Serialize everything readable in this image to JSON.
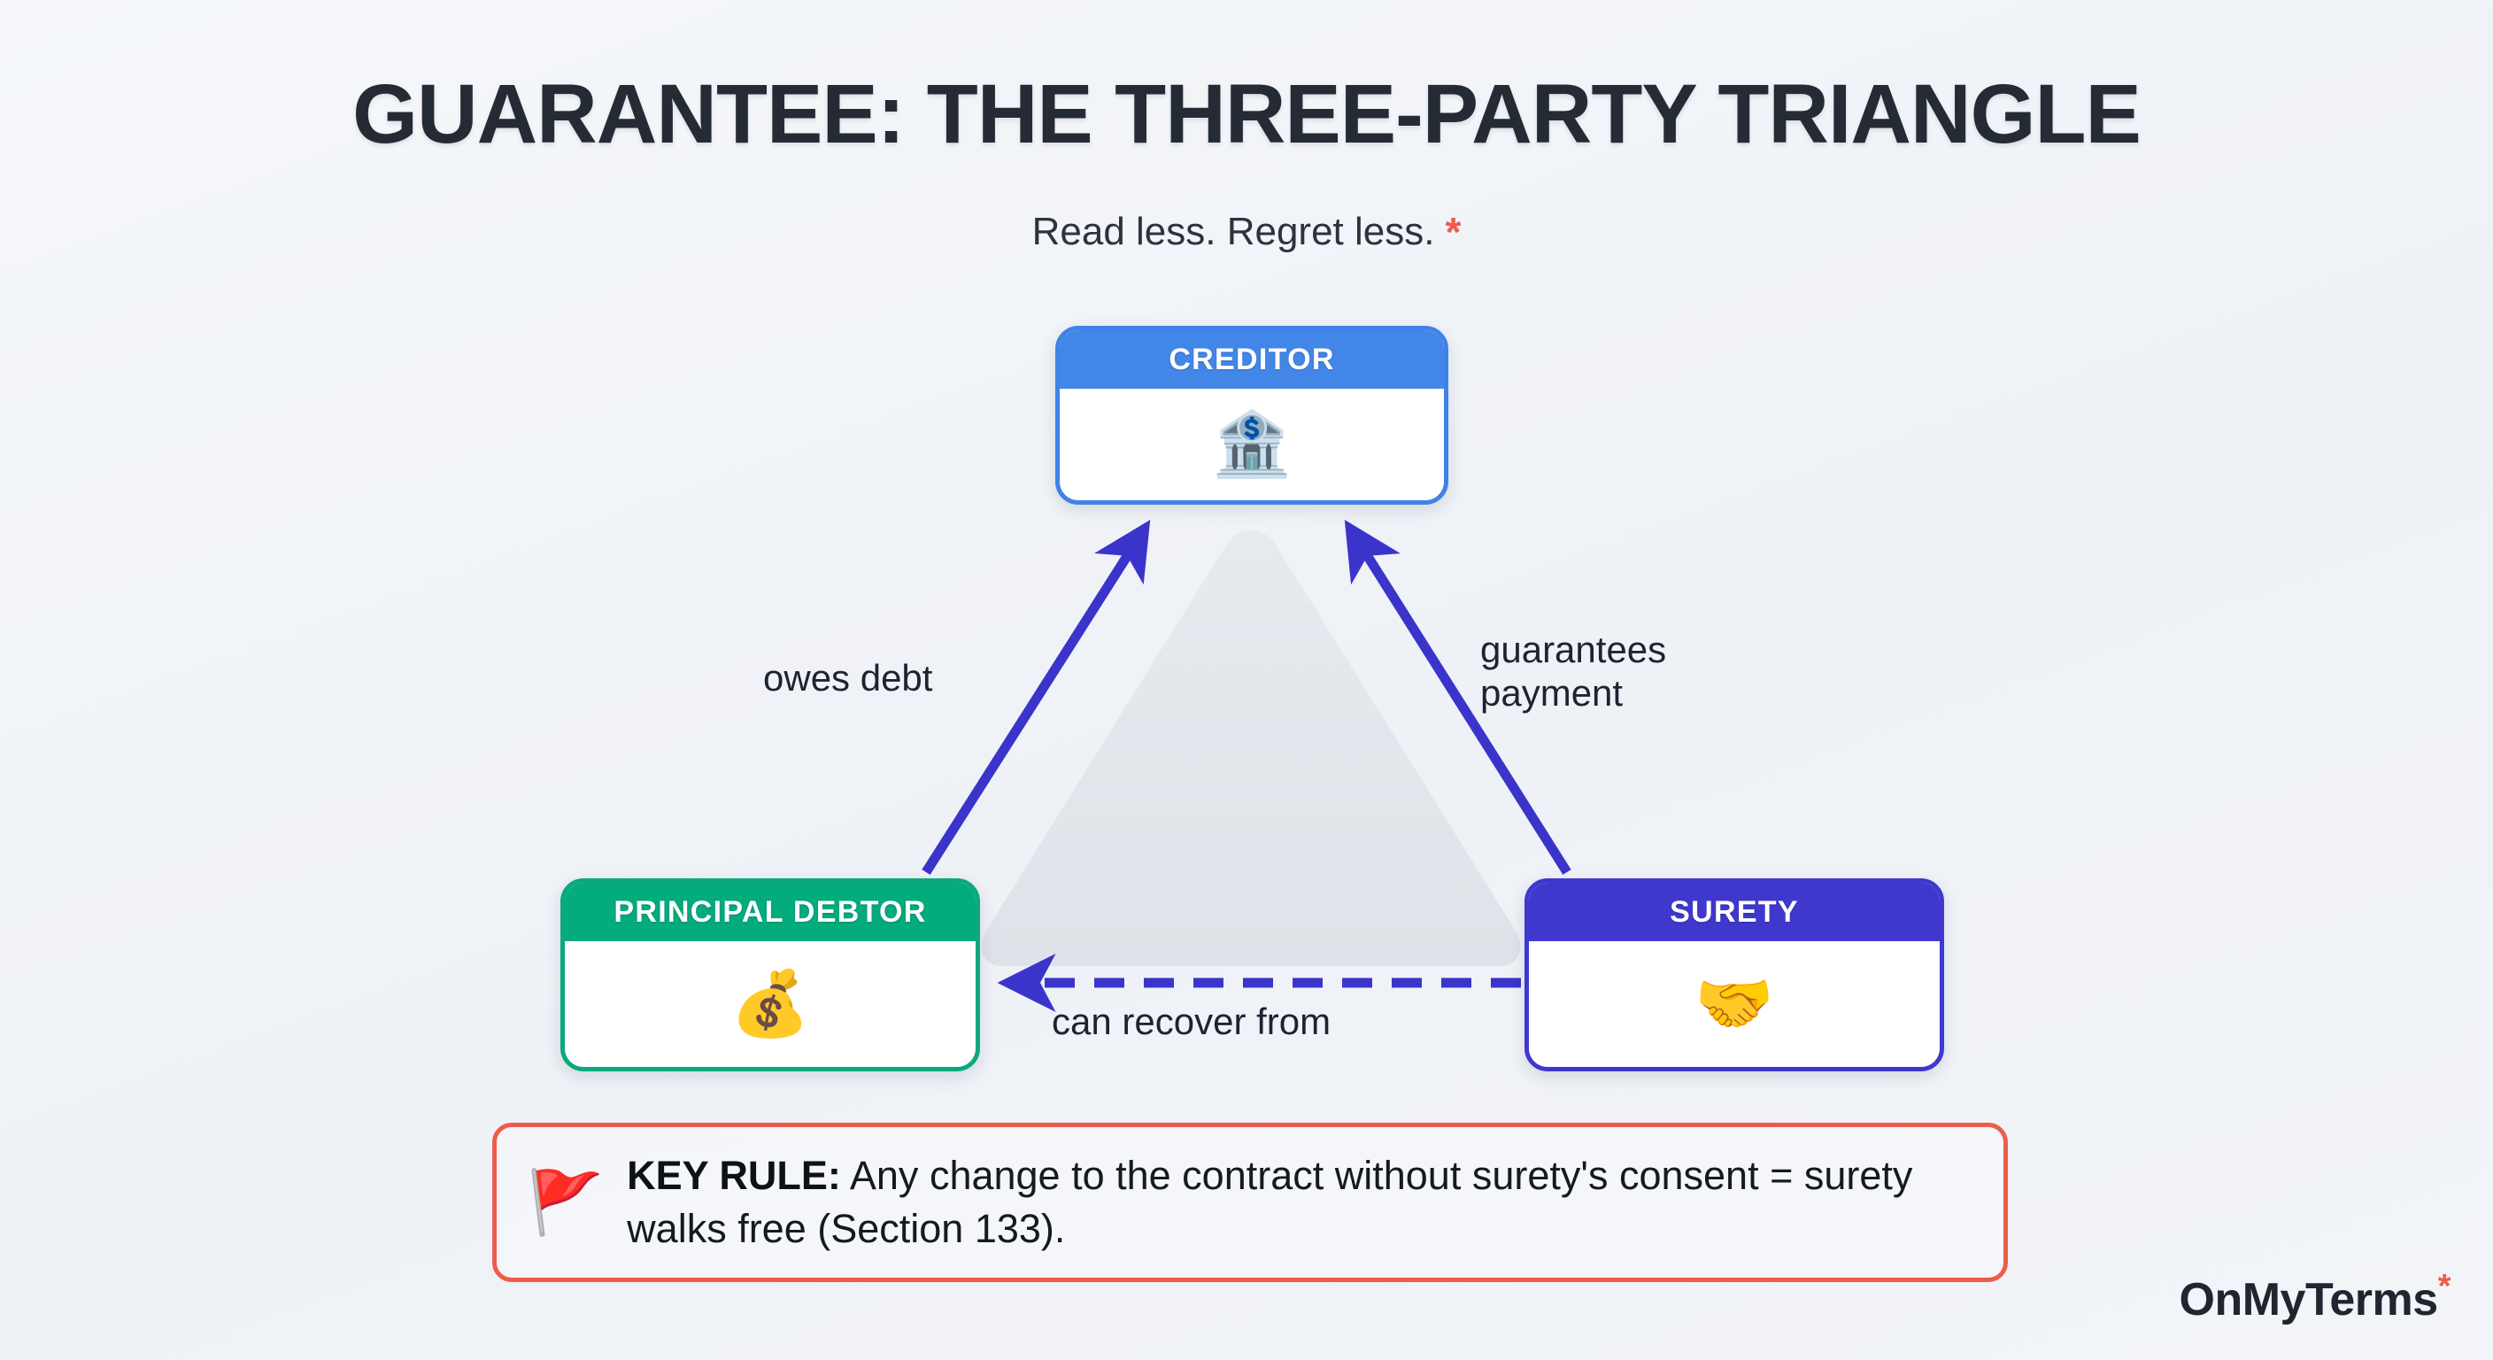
{
  "header": {
    "title": "GUARANTEE: THE THREE-PARTY TRIANGLE",
    "subtitle": "Read less. Regret less.",
    "subtitle_asterisk": "*"
  },
  "colors": {
    "background": "#f1f4f8",
    "creditor": "#4287e8",
    "debtor": "#04ab7c",
    "surety": "#4038cd",
    "arrow": "#3b34cb",
    "accent_red": "#ef5b4a",
    "title_text": "#252b35",
    "triangle_fill": "#e3e6ec"
  },
  "diagram": {
    "type": "triangle-relationship",
    "nodes": [
      {
        "id": "creditor",
        "label": "CREDITOR",
        "icon": "bank-icon",
        "emoji": "🏦",
        "position": "top",
        "header_color": "#4287e8"
      },
      {
        "id": "principal-debtor",
        "label": "PRINCIPAL DEBTOR",
        "icon": "person-with-money-bag-icon",
        "emoji": "💰",
        "position": "bottom-left",
        "header_color": "#04ab7c"
      },
      {
        "id": "surety",
        "label": "SURETY",
        "icon": "handshake-icon",
        "emoji": "🤝",
        "position": "bottom-right",
        "header_color": "#4038cd"
      }
    ],
    "edges": [
      {
        "id": "debtor-to-creditor",
        "label": "owes debt",
        "from": "principal-debtor",
        "to": "creditor",
        "style": "solid",
        "arrow": "single"
      },
      {
        "id": "surety-to-creditor",
        "label": "guarantees\npayment",
        "from": "surety",
        "to": "creditor",
        "style": "solid",
        "arrow": "single"
      },
      {
        "id": "surety-to-debtor",
        "label": "can recover from",
        "from": "surety",
        "to": "principal-debtor",
        "style": "dashed",
        "arrow": "single"
      }
    ]
  },
  "key_rule": {
    "flag_icon": "red-flag-icon",
    "flag_emoji": "🚩",
    "label": "KEY RULE:",
    "text": " Any change to the contract without surety's consent = surety walks free (Section 133)."
  },
  "brand": {
    "name": "OnMyTerms",
    "asterisk": "*"
  }
}
